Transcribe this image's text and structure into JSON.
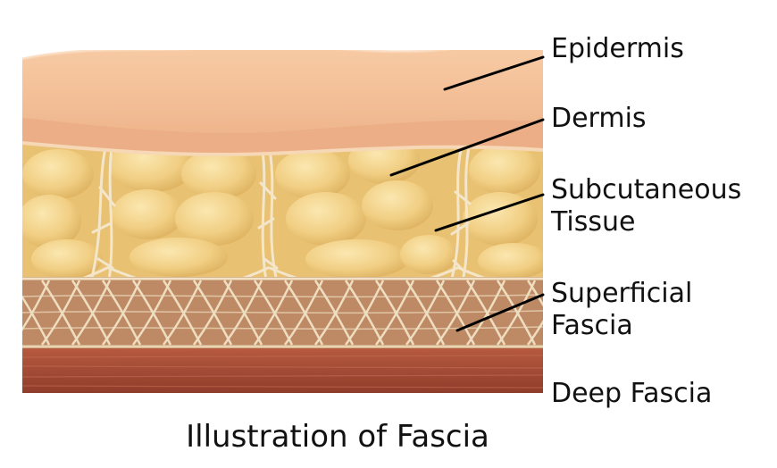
{
  "labels": {
    "epidermis": "Epidermis",
    "dermis": "Dermis",
    "subcutaneous_line1": "Subcutaneous",
    "subcutaneous_line2": "Tissue",
    "superficial_line1": "Superficial",
    "superficial_line2": "Fascia",
    "deep_fascia": "Deep Fascia"
  },
  "caption": "Illustration of Fascia",
  "colors": {
    "epidermis": "#F5C29B",
    "dermis": "#E9A981",
    "fat_lobule": "#F4D38A",
    "fat_base": "#E8C06F",
    "septa": "#F1E4C9",
    "superficial_fascia": "#B98562",
    "deep_fascia": "#A64B35"
  }
}
